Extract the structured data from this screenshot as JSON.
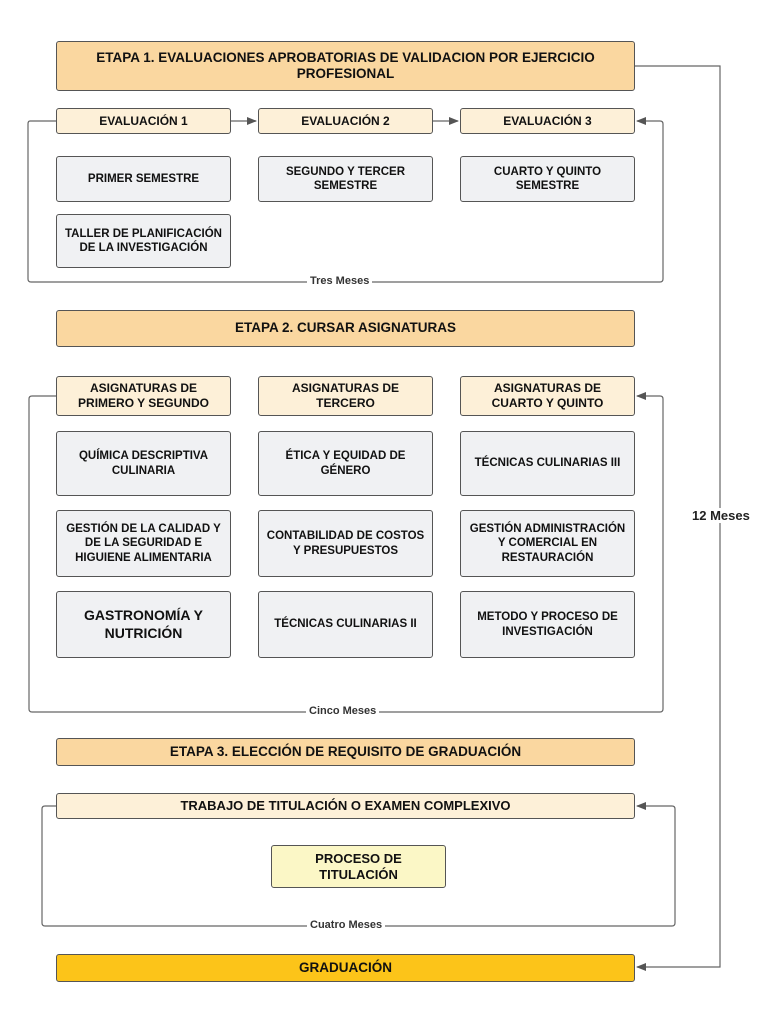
{
  "stage1": {
    "title": "ETAPA 1. EVALUACIONES APROBATORIAS DE VALIDACION POR EJERCICIO PROFESIONAL",
    "columns": [
      {
        "header": "EVALUACIÓN 1",
        "items": [
          "PRIMER SEMESTRE",
          "TALLER DE PLANIFICACIÓN DE LA INVESTIGACIÓN"
        ]
      },
      {
        "header": "EVALUACIÓN 2",
        "items": [
          "SEGUNDO  Y TERCER SEMESTRE"
        ]
      },
      {
        "header": "EVALUACIÓN 3",
        "items": [
          "CUARTO Y QUINTO SEMESTRE"
        ]
      }
    ],
    "duration": "Tres Meses"
  },
  "stage2": {
    "title": "ETAPA 2. CURSAR ASIGNATURAS",
    "columns": [
      {
        "header": "ASIGNATURAS DE PRIMERO Y SEGUNDO",
        "items": [
          "QUÍMICA DESCRIPTIVA CULINARIA",
          "GESTIÓN DE LA CALIDAD Y DE LA SEGURIDAD E HIGUIENE ALIMENTARIA",
          "GASTRONOMÍA  Y NUTRICIÓN"
        ]
      },
      {
        "header": "ASIGNATURAS DE TERCERO",
        "items": [
          "ÉTICA Y EQUIDAD DE GÉNERO",
          "CONTABILIDAD DE COSTOS Y PRESUPUESTOS",
          "TÉCNICAS CULINARIAS II"
        ]
      },
      {
        "header": "ASIGNATURAS DE CUARTO Y QUINTO",
        "items": [
          "TÉCNICAS CULINARIAS III",
          "GESTIÓN ADMINISTRACIÓN Y COMERCIAL EN RESTAURACIÓN",
          "METODO Y PROCESO DE INVESTIGACIÓN"
        ]
      }
    ],
    "duration": "Cinco Meses"
  },
  "stage3": {
    "title": "ETAPA 3. ELECCIÓN DE REQUISITO DE GRADUACIÓN",
    "option": "TRABAJO DE TITULACIÓN  O EXAMEN COMPLEXIVO",
    "process": "PROCESO DE TITULACIÓN",
    "duration": "Cuatro Meses"
  },
  "graduation": "GRADUACIÓN",
  "total_duration": "12 Meses",
  "colors": {
    "stage_fill": "#fad7a0",
    "header_fill": "#fdf0d8",
    "item_fill": "#f0f1f3",
    "process_fill": "#fbf7c6",
    "graduation_fill": "#fcc419",
    "line": "#666666"
  }
}
